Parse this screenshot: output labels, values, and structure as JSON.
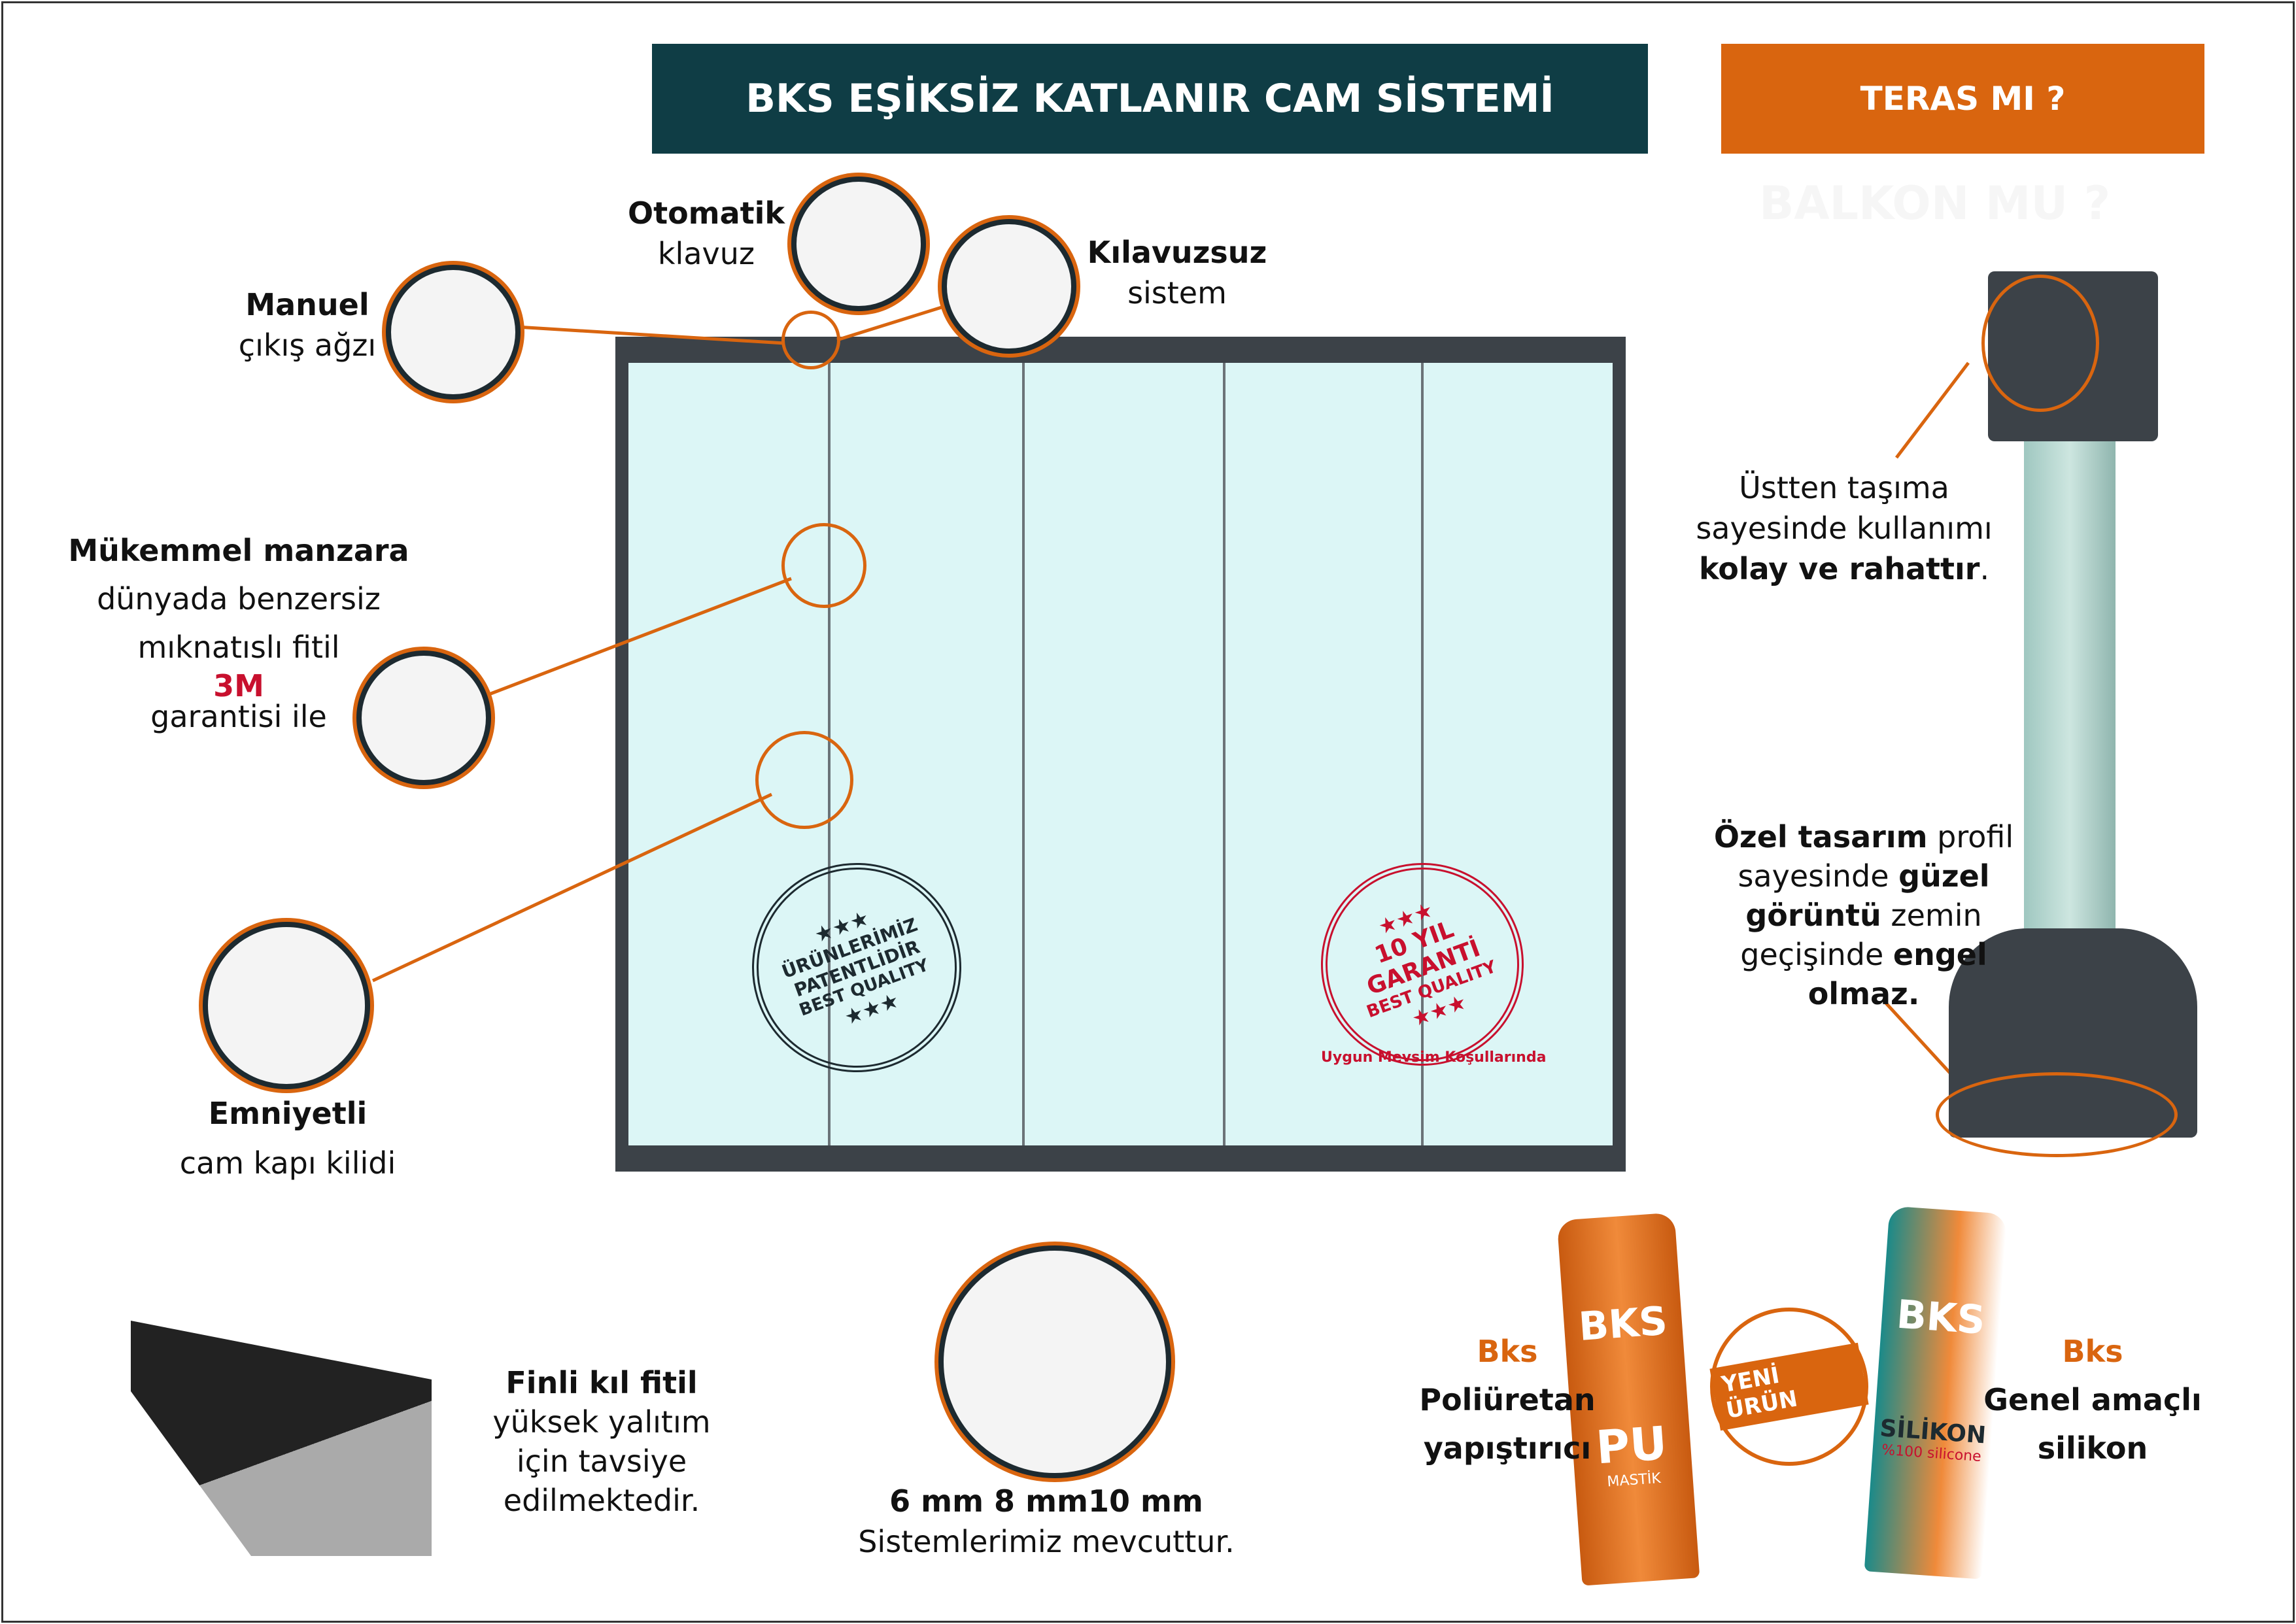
{
  "header": {
    "title": "BKS EŞİKSİZ KATLANIR CAM SİSTEMİ",
    "teras": "TERAS MI ?",
    "balkon": "BALKON MU ?"
  },
  "features": {
    "otomatik": {
      "title": "Otomatik",
      "sub": "klavuz"
    },
    "kilavuzsuz": {
      "title": "Kılavuzsuz",
      "sub": "sistem"
    },
    "manuel": {
      "title": "Manuel",
      "sub": "çıkış ağzı"
    },
    "manzara": {
      "title": "Mükemmel manzara",
      "l1": "dünyada benzersiz",
      "l2": "mıknatıslı fitil",
      "brand": "3M",
      "l3": "garantisi ile"
    },
    "emniyetli": {
      "title": "Emniyetli",
      "sub": "cam kapı kilidi"
    },
    "ustten": {
      "l1": "Üstten taşıma",
      "l2": "sayesinde kullanımı",
      "l3": "kolay ve rahattır",
      "dot": "."
    },
    "ozel": {
      "b1": "Özel tasarım",
      "t1": " profil",
      "t2": "sayesinde ",
      "b2": "güzel",
      "b3": "görüntü",
      "t3": " zemin",
      "t4": "geçişinde ",
      "b4": "engel",
      "b5": "olmaz."
    },
    "finli": {
      "title": "Finli kıl fitil",
      "l1": "yüksek yalıtım",
      "l2": "için tavsiye",
      "l3": "edilmektedir."
    },
    "sizes": {
      "title": "6 mm 8 mm10 mm",
      "sub": "Sistemlerimiz mevcuttur."
    }
  },
  "stamps": {
    "patent": {
      "text": "ÜRÜNLERİMİZ PATENTLİDİR",
      "quality": "BEST QUALITY",
      "stars": "★★★"
    },
    "garanti": {
      "text": "10 YIL GARANTİ",
      "quality": "BEST QUALITY",
      "stars": "★★★",
      "note": "Uygun Mevsim Koşullarında"
    }
  },
  "products": {
    "pu": {
      "brand": "Bks",
      "name": "Poliüretan",
      "name2": "yapıştırıcı",
      "label": "BKS",
      "type": "PU",
      "sub": "MASTİK"
    },
    "silikon": {
      "brand": "Bks",
      "name": "Genel amaçlı",
      "name2": "silikon",
      "label": "BKS",
      "type": "SİLİKON",
      "sub": "%100 silicone"
    },
    "badge": "YENİ ÜRÜN"
  },
  "colors": {
    "teal": "#0f3d45",
    "orange": "#d9650f",
    "red": "#c8102e"
  }
}
